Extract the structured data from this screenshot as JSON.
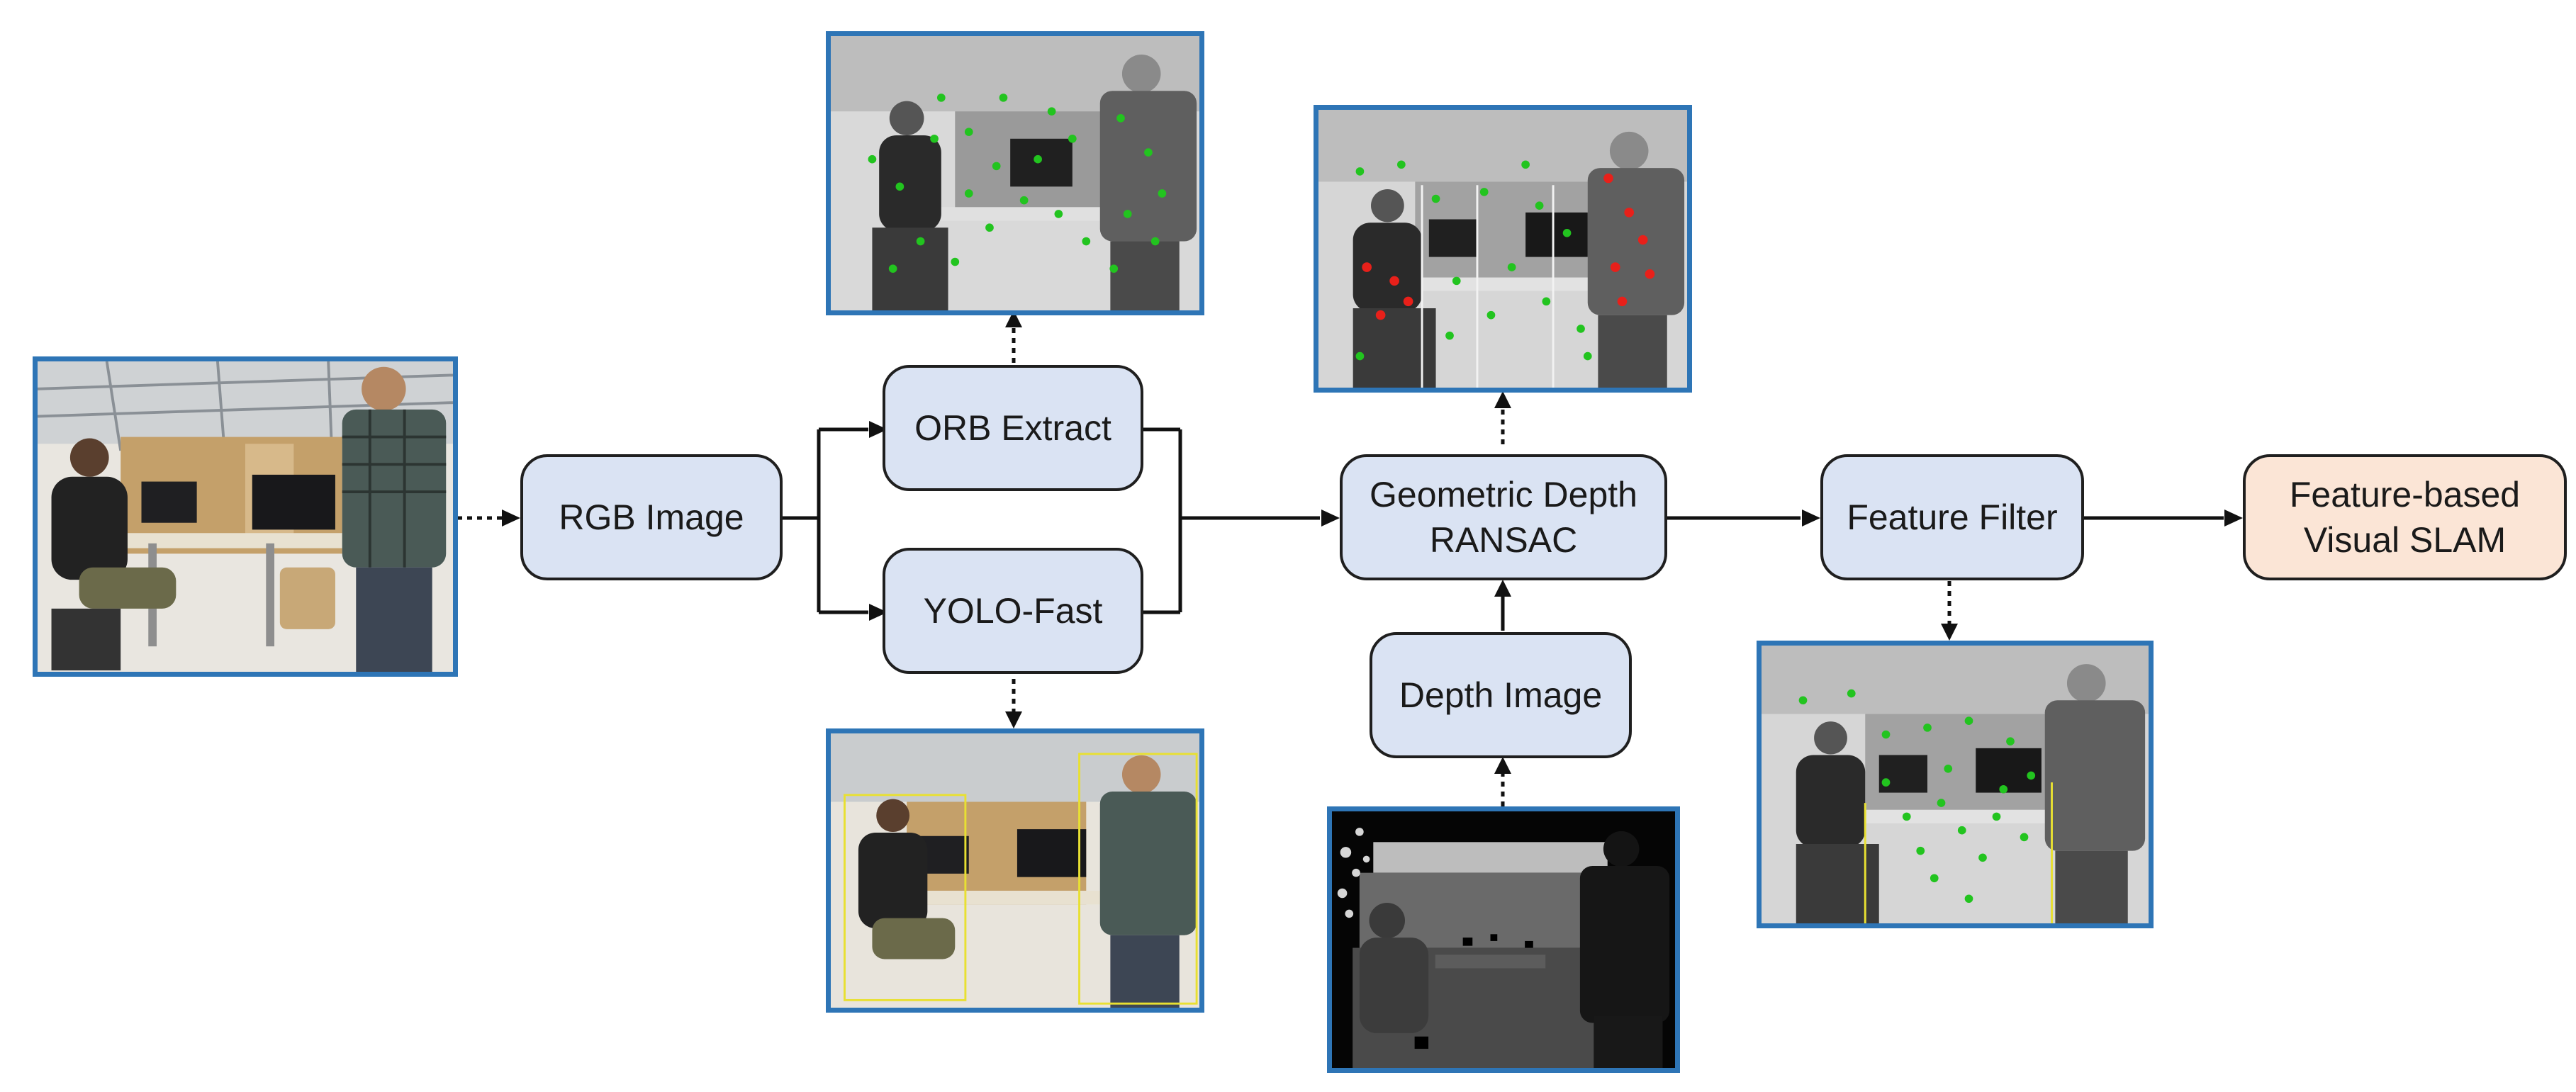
{
  "nodes": {
    "rgb_image": "RGB Image",
    "orb_extract": "ORB Extract",
    "yolo_fast": "YOLO-Fast",
    "geometric_depth": {
      "line1": "Geometric Depth",
      "line2": "RANSAC"
    },
    "depth_image": "Depth Image",
    "feature_filter": "Feature Filter",
    "visual_slam": {
      "line1": "Feature-based",
      "line2": "Visual SLAM"
    }
  },
  "colors": {
    "process_box": "#dae3f3",
    "output_box": "#fbe5d6",
    "photo_border": "#2e75b6",
    "static_feature": "#22c41f",
    "dynamic_feature": "#e8201a",
    "yolo_bbox": "#e8e032",
    "arrow": "#111111"
  },
  "icons": {
    "input_photo": "rgb-scene-photo",
    "orb_photo": "orb-keypoints-photo",
    "yolo_photo": "yolo-detection-photo",
    "ransac_photo": "ransac-classified-keypoints-photo",
    "depth_photo": "depth-map-photo",
    "filter_photo": "filtered-keypoints-photo"
  }
}
